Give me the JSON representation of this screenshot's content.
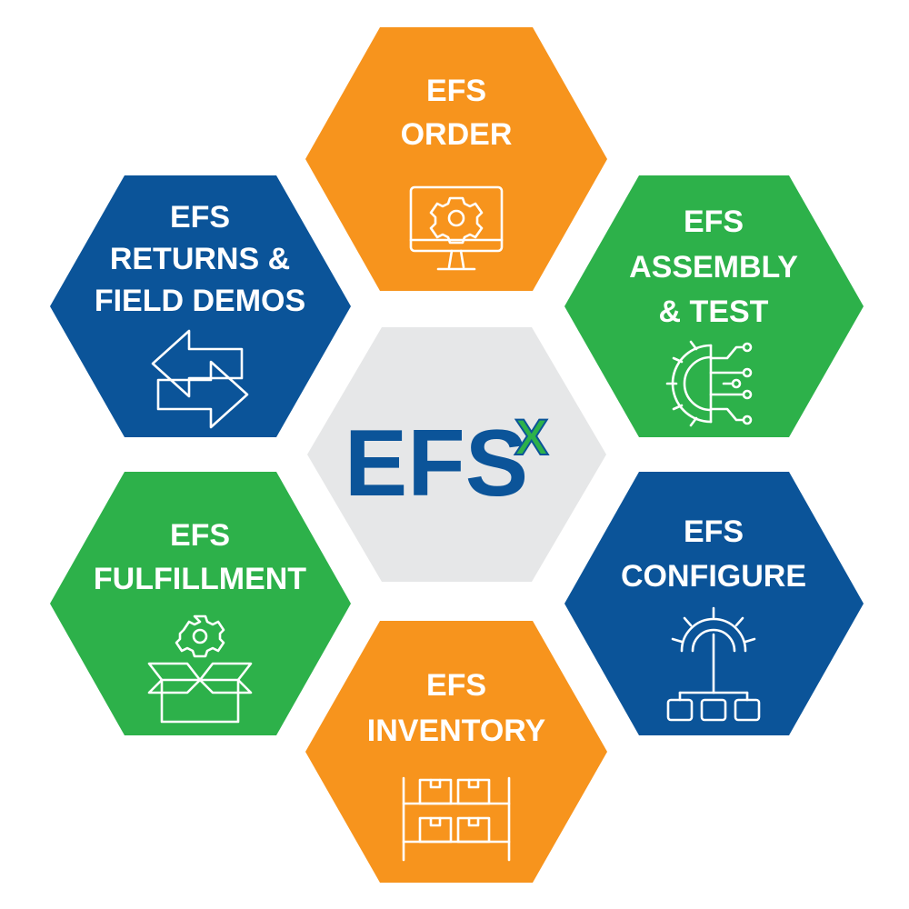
{
  "colors": {
    "orange": "#F7941D",
    "blue": "#0B5499",
    "green": "#2DB14A",
    "center_gray": "#E6E7E8",
    "center_text": "#0B5499",
    "center_sup": "#2DB14A"
  },
  "center": {
    "label": "EFS",
    "superscript": "X"
  },
  "hexes": [
    {
      "id": "order",
      "color": "orange",
      "lines": [
        "EFS",
        "ORDER"
      ],
      "icon": "monitor-gear-icon"
    },
    {
      "id": "assembly",
      "color": "green",
      "lines": [
        "EFS",
        "ASSEMBLY",
        "& TEST"
      ],
      "icon": "circuit-gear-icon"
    },
    {
      "id": "configure",
      "color": "blue",
      "lines": [
        "EFS",
        "CONFIGURE"
      ],
      "icon": "gear-hierarchy-icon"
    },
    {
      "id": "inventory",
      "color": "orange",
      "lines": [
        "EFS",
        "INVENTORY"
      ],
      "icon": "warehouse-shelf-icon"
    },
    {
      "id": "fulfillment",
      "color": "green",
      "lines": [
        "EFS",
        "FULFILLMENT"
      ],
      "icon": "box-gear-icon"
    },
    {
      "id": "returns",
      "color": "blue",
      "lines": [
        "EFS",
        "RETURNS &",
        "FIELD DEMOS"
      ],
      "icon": "exchange-arrows-icon"
    }
  ]
}
